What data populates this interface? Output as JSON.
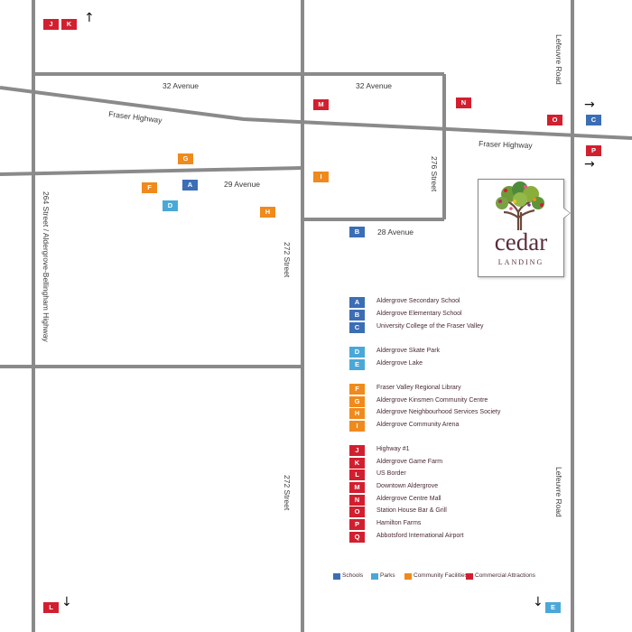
{
  "roads": {
    "ave32_left": "32 Avenue",
    "ave32_right": "32 Avenue",
    "fraser_left": "Fraser Highway",
    "fraser_right": "Fraser Highway",
    "ave29": "29 Avenue",
    "ave28": "28 Avenue",
    "st276": "276 Street",
    "st272_upper": "272 Street",
    "st272_lower": "272 Street",
    "st264": "264 Street / Aldergrove-Bellingham Highway",
    "lefeuvre_top": "Lefeuvre Road",
    "lefeuvre_bottom": "Lefeuvre Road"
  },
  "markers": {
    "J": "J",
    "K": "K",
    "M": "M",
    "N": "N",
    "O": "O",
    "C": "C",
    "P": "P",
    "G": "G",
    "F": "F",
    "A": "A",
    "D": "D",
    "H": "H",
    "I": "I",
    "B": "B",
    "L": "L",
    "E": "E"
  },
  "arrows": {
    "up": "↑",
    "right": "→",
    "down": "↓"
  },
  "logo": {
    "word": "cedar",
    "sub": "LANDING"
  },
  "legend": [
    {
      "code": "A",
      "label": "Aldergrove Secondary School",
      "category": "schools"
    },
    {
      "code": "B",
      "label": "Aldergrove Elementary School",
      "category": "schools"
    },
    {
      "code": "C",
      "label": "University College of the Fraser Valley",
      "category": "schools"
    },
    {
      "code": "D",
      "label": "Aldergrove Skate Park",
      "category": "parks"
    },
    {
      "code": "E",
      "label": "Aldergrove Lake",
      "category": "parks"
    },
    {
      "code": "F",
      "label": "Fraser Valley Regional Library",
      "category": "community"
    },
    {
      "code": "G",
      "label": "Aldergrove Kinsmen Community Centre",
      "category": "community"
    },
    {
      "code": "H",
      "label": "Aldergrove Neighbourhood Services Society",
      "category": "community"
    },
    {
      "code": "I",
      "label": "Aldergrove Community Arena",
      "category": "community"
    },
    {
      "code": "J",
      "label": "Highway #1",
      "category": "commercial"
    },
    {
      "code": "K",
      "label": "Aldergrove Game Farm",
      "category": "commercial"
    },
    {
      "code": "L",
      "label": "US Border",
      "category": "commercial"
    },
    {
      "code": "M",
      "label": "Downtown Aldergrove",
      "category": "commercial"
    },
    {
      "code": "N",
      "label": "Aldergrove Centre Mall",
      "category": "commercial"
    },
    {
      "code": "O",
      "label": "Station House Bar & Grill",
      "category": "commercial"
    },
    {
      "code": "P",
      "label": "Hamilton Farms",
      "category": "commercial"
    },
    {
      "code": "Q",
      "label": "Abbotsford International Airport",
      "category": "commercial"
    }
  ],
  "key": {
    "schools": "Schools",
    "parks": "Parks",
    "community": "Community Facilities",
    "commercial": "Commercial Attractions"
  },
  "colors": {
    "schools": "#3b6eb5",
    "parks": "#4aa8d8",
    "community": "#f08a1c",
    "commercial": "#d21f2f",
    "road": "#8a8a8a"
  }
}
